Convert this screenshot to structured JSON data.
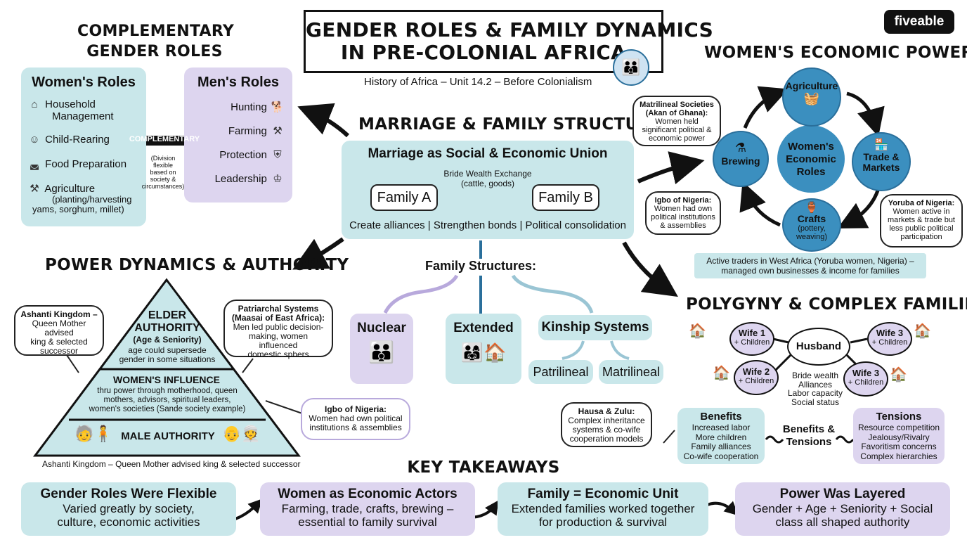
{
  "title": {
    "line1": "GENDER ROLES & FAMILY DYNAMICS",
    "line2": "IN PRE-COLONIAL AFRICA",
    "subtitle": "History of Africa – Unit 14.2 – Before Colonialism"
  },
  "brand": "fiveable",
  "complementary": {
    "heading1": "COMPLEMENTARY",
    "heading2": "GENDER ROLES",
    "women_title": "Women's Roles",
    "women_items": [
      "Household",
      "Management",
      "Child-Rearing",
      "Food Preparation",
      "Agriculture",
      "(planting/harvesting",
      "yams, sorghum, millet)"
    ],
    "men_title": "Men's Roles",
    "men_items": [
      "Hunting",
      "Farming",
      "Protection",
      "Leadership"
    ],
    "arrow_label": "COMPLEMENTARY",
    "note": [
      "(Division",
      "flexible",
      "based on",
      "society &",
      "circumstances)"
    ]
  },
  "marriage": {
    "heading": "MARRIAGE & FAMILY STRUCTURES",
    "box_title": "Marriage as Social & Economic Union",
    "bride_wealth": "Bride Wealth Exchange",
    "bride_goods": "(cattle, goods)",
    "family_a": "Family A",
    "family_b": "Family B",
    "outcomes": "Create alliances | Strengthen bonds | Political consolidation"
  },
  "family_structures": {
    "heading": "Family Structures:",
    "nuclear": "Nuclear",
    "extended": "Extended",
    "kinship": "Kinship Systems",
    "patrilineal": "Patrilineal",
    "matrilineal": "Matrilineal"
  },
  "economic": {
    "heading": "WOMEN'S ECONOMIC POWER",
    "center": [
      "Women's",
      "Economic",
      "Roles"
    ],
    "agriculture": "Agriculture",
    "trade": [
      "Trade &",
      "Markets"
    ],
    "crafts": "Crafts",
    "crafts_sub": [
      "(pottery,",
      "weaving)"
    ],
    "brewing": "Brewing",
    "matrilineal_note": [
      "Matrilineal Societies",
      "(Akan of Ghana):",
      "Women held",
      "significant political &",
      "economic power"
    ],
    "igbo_note": [
      "Igbo of Nigeria:",
      "Women had own",
      "political institutions",
      "& assemblies"
    ],
    "yoruba_note": [
      "Yoruba of Nigeria:",
      "Women active in",
      "markets & trade but",
      "less public political",
      "participation"
    ],
    "traders_banner": [
      "Active traders in West Africa (Yoruba women, Nigeria) –",
      "managed own businesses & income for families"
    ]
  },
  "power": {
    "heading": "POWER DYNAMICS & AUTHORITY",
    "elder": [
      "ELDER",
      "AUTHORITY"
    ],
    "elder_sub": "(Age & Seniority)",
    "elder_desc": [
      "age could supersede",
      "gender in some situations"
    ],
    "women_influence": "WOMEN'S INFLUENCE",
    "women_desc": [
      "thru power through motherhood, queen",
      "mothers, advisors, spiritual leaders,",
      "women's societies (Sande society example)"
    ],
    "male": "MALE AUTHORITY",
    "ashanti_note": [
      "Ashanti Kingdom –",
      "Queen Mother advised",
      "king & selected",
      "successor"
    ],
    "patriarchal_note": [
      "Patriarchal Systems",
      "(Maasai of East Africa):",
      "Men led public decision-",
      "making, women influenced",
      "domestic sphers"
    ],
    "igbo_note": [
      "Igbo of Nigeria:",
      "Women had own political",
      "institutions & assemblies"
    ],
    "caption": "Ashanti Kingdom – Queen Mother advised king & selected successor"
  },
  "polygyny": {
    "heading": "POLYGYNY & COMPLEX FAMILIES",
    "husband": "Husband",
    "wife1": "Wife 1",
    "wife2": "Wife 2",
    "wife3a": "Wife 3",
    "wife3b": "Wife 3",
    "children": "+ Children",
    "reasons": [
      "Bride wealth",
      "Alliances",
      "Labor capacity",
      "Social status"
    ],
    "hausa_note": [
      "Hausa & Zulu:",
      "Complex inheritance",
      "systems & co-wife",
      "cooperation models"
    ],
    "benefits_title": "Benefits",
    "benefits": [
      "Increased labor",
      "More children",
      "Family alliances",
      "Co-wife cooperation"
    ],
    "bt_label": [
      "Benefits &",
      "Tensions"
    ],
    "tensions_title": "Tensions",
    "tensions": [
      "Resource competition",
      "Jealousy/Rivalry",
      "Favoritism concerns",
      "Complex hierarchies"
    ]
  },
  "takeaways": {
    "heading": "KEY TAKEAWAYS",
    "items": [
      {
        "title": "Gender Roles Were Flexible",
        "l1": "Varied greatly by society,",
        "l2": "culture, economic activities"
      },
      {
        "title": "Women as Economic Actors",
        "l1": "Farming, trade, crafts, brewing –",
        "l2": "essential to family survival"
      },
      {
        "title": "Family = Economic Unit",
        "l1": "Extended families worked together",
        "l2": "for production & survival"
      },
      {
        "title": "Power Was Layered",
        "l1": "Gender + Age + Seniority + Social",
        "l2": "class all shaped authority"
      }
    ]
  },
  "colors": {
    "blue": "#c9e7ea",
    "purple": "#ddd5ef",
    "circle": "#3b8fbf"
  }
}
